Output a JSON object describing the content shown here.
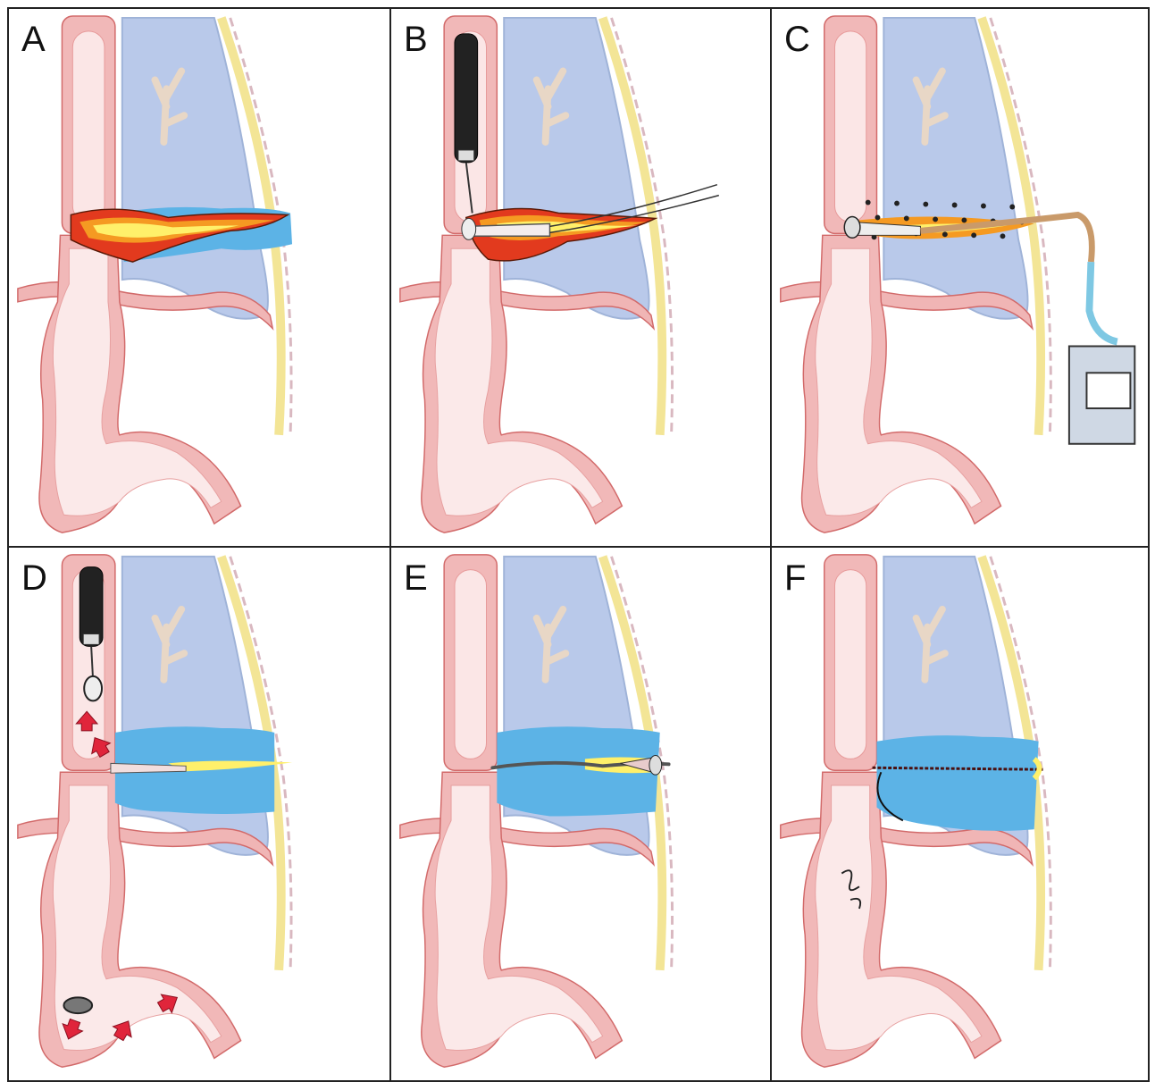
{
  "panels": [
    {
      "label": "A",
      "scene": "inflammation-fire"
    },
    {
      "label": "B",
      "scene": "endoscope-clip-and-drain"
    },
    {
      "label": "C",
      "scene": "suction-drainage"
    },
    {
      "label": "D",
      "scene": "endoscope-retrieval"
    },
    {
      "label": "E",
      "scene": "fistula-closing"
    },
    {
      "label": "F",
      "scene": "closed-fistula"
    }
  ],
  "colors": {
    "esophagus": "#f1b8b8",
    "esophagus_edge": "#d26a6a",
    "lung": "#b9c9ea",
    "lung_deep": "#5cb3e6",
    "pleura": "#f3e596",
    "flame_yellow": "#fff06a",
    "flame_orange": "#f59a22",
    "flame_red": "#e23a1e",
    "arrow_red": "#e0253b",
    "tube": "#c99a6a",
    "tube_blue": "#7ec8e3"
  }
}
